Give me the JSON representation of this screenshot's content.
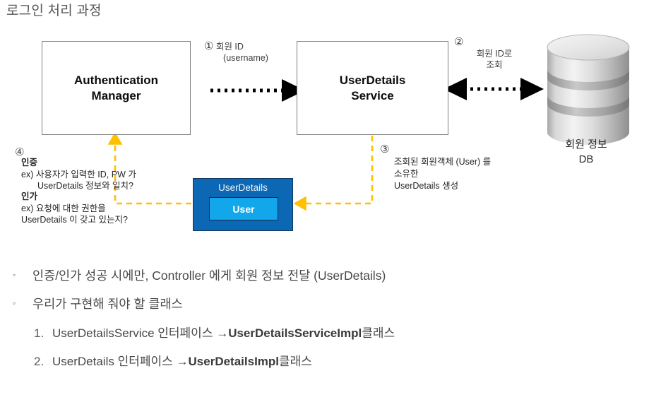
{
  "slide": {
    "title": "로그인 처리 과정"
  },
  "diagram": {
    "nodes": {
      "auth_manager": {
        "line1": "Authentication",
        "line2": "Manager"
      },
      "userdetails_service": {
        "line1": "UserDetails",
        "line2": "Service"
      },
      "database": {
        "label_line1": "회원 정보",
        "label_line2": "DB",
        "icon": "database-cylinder-icon"
      },
      "userdetails_object": {
        "title": "UserDetails",
        "inner": "User"
      }
    },
    "flows": [
      {
        "number": "①",
        "line1": "회원 ID",
        "line2": "(username)",
        "arrow": "dotted-arrow-right"
      },
      {
        "number": "②",
        "line1": "회원 ID로",
        "line2": "조회",
        "arrow": "dotted-arrow-bidirectional"
      },
      {
        "number": "③",
        "lines": [
          "조회된 회원객체 (User) 를",
          "소유한",
          "UserDetails 생성"
        ],
        "arrow": "dashed-orange-arrow-left"
      },
      {
        "number": "④",
        "arrow": "dashed-orange-arrow-up"
      }
    ],
    "annotations": {
      "authentication": {
        "heading": "인증",
        "line1": "ex) 사용자가 입력한 ID, PW 가",
        "line2": "UserDetails 정보와 일치?"
      },
      "authorization": {
        "heading": "인가",
        "line1": "ex) 요청에 대한 권한을",
        "line2": "UserDetails 이 갖고 있는지?"
      }
    },
    "colors": {
      "accent_orange": "#FFC000",
      "object_blue_outer": "#0C68B4",
      "object_blue_inner": "#12A7EB",
      "box_border_gray": "#808080"
    }
  },
  "bullets": [
    {
      "level": 1,
      "marker": "◦",
      "text": "인증/인가 성공 시에만, Controller 에게 회원 정보 전달 (UserDetails)"
    },
    {
      "level": 1,
      "marker": "◦",
      "text": "우리가 구현해 줘야 할 클래스"
    },
    {
      "level": 2,
      "marker": "1.",
      "text_plain": "UserDetailsService 인터페이스 → ",
      "text_bold": "UserDetailsServiceImpl",
      "text_tail": " 클래스"
    },
    {
      "level": 2,
      "marker": "2.",
      "text_plain": "UserDetails 인터페이스 → ",
      "text_bold": "UserDetailsImpl",
      "text_tail": " 클래스"
    }
  ]
}
